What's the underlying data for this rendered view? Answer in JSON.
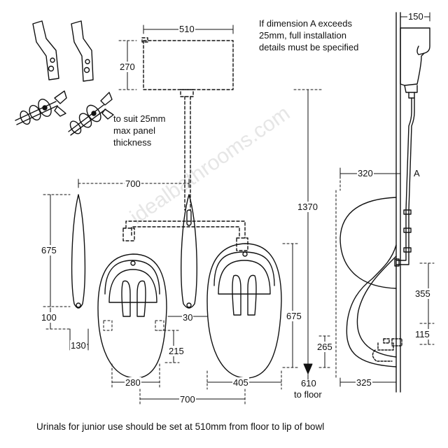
{
  "notes": {
    "dimension_a_line1": "If dimension A exceeds",
    "dimension_a_line2": "25mm, full installation",
    "dimension_a_line3": "details must be specified",
    "panel_line1": "to suit 25mm",
    "panel_line2": "max panel",
    "panel_line3": "thickness",
    "floor_line1": "610",
    "floor_line2": "to floor"
  },
  "dimensions": {
    "cistern_width": "510",
    "cistern_height": "270",
    "side_cistern_depth": "150",
    "pipe_spacing_top": "700",
    "height_1370": "1370",
    "side_projection": "320",
    "dimension_a": "A",
    "divider_height": "675",
    "divider_bottom": "100",
    "divider_width": "130",
    "bowl_waste_width": "280",
    "bowl_waste_height": "215",
    "bowl_gap": "30",
    "bowl_height": "675",
    "bowl_width": "405",
    "waste_height": "265",
    "bottom_spacing": "700",
    "side_355": "355",
    "side_115": "115",
    "side_325": "325"
  },
  "caption": "Urinals for junior use should be set at 510mm from floor to lip of bowl",
  "watermark": "idealbathrooms.com"
}
